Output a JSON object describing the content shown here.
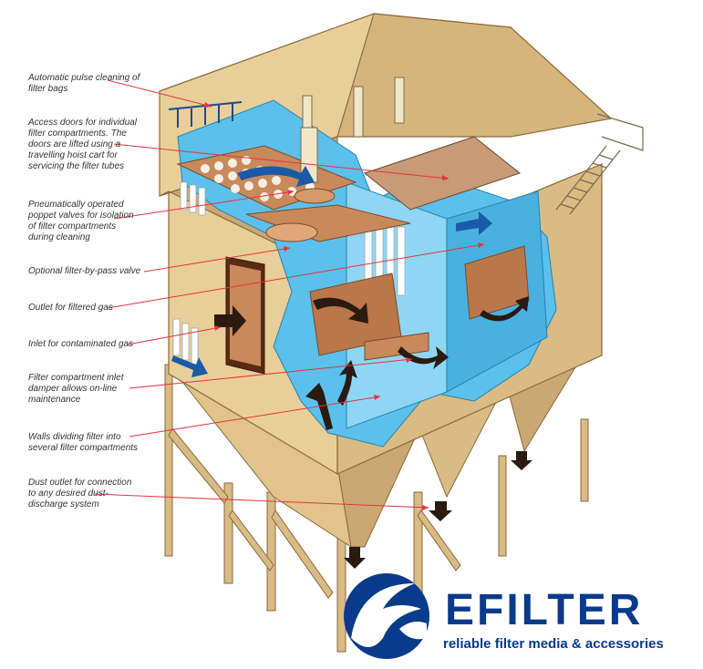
{
  "callouts": [
    {
      "id": "pulse-cleaning",
      "text": "Automatic pulse cleaning of\nfilter bags"
    },
    {
      "id": "access-doors",
      "text": "Access doors for individual\nfilter compartments. The\ndoors are lifted using a\ntravelling hoist cart for\nservicing the filter tubes"
    },
    {
      "id": "poppet-valves",
      "text": "Pneumatically operated\npoppet valves for isolation\nof filter compartments\nduring cleaning"
    },
    {
      "id": "bypass-valve",
      "text": "Optional filter-by-pass valve"
    },
    {
      "id": "outlet",
      "text": "Outlet for filtered gas"
    },
    {
      "id": "inlet",
      "text": "Inlet for contaminated gas"
    },
    {
      "id": "inlet-damper",
      "text": "Filter compartment inlet\ndamper allows on-line\nmaintenance"
    },
    {
      "id": "walls",
      "text": "Walls dividing filter into\nseveral filter compartments"
    },
    {
      "id": "dust-outlet",
      "text": "Dust outlet for connection\nto any desired dust-\ndischarge system"
    }
  ],
  "brand": {
    "name": "EFILTER",
    "tagline": "reliable filter media & accessories",
    "primary_color": "#0a3a8c",
    "icon": "efilter-swirl-logo"
  },
  "colors": {
    "housing": "#e8cf9a",
    "housing_shade": "#c9a874",
    "interior": "#5cc0ec",
    "copper": "#c9895a",
    "arrow": "#2a1a10",
    "leader": "#e8323c"
  }
}
